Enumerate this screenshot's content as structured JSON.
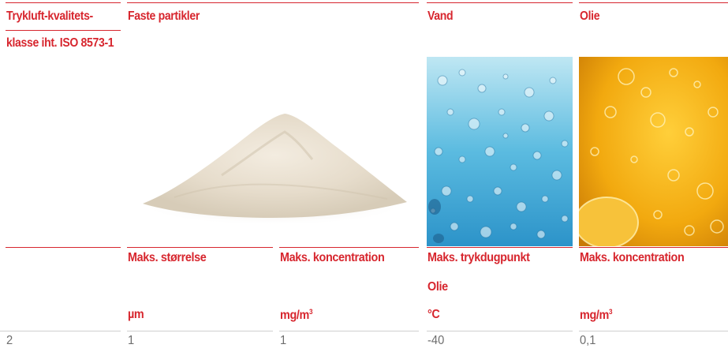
{
  "columns": {
    "class_header_line1": "Trykluft-kvalitets-",
    "class_header_line2": "klasse iht. ISO 8573-1",
    "solid_particles": "Faste partikler",
    "water": "Vand",
    "oil": "Olie"
  },
  "subheaders": {
    "max_size": "Maks. størrelse",
    "max_concentration_particles": "Maks. koncentration",
    "max_pressure_dewpoint": "Maks. trykdugpunkt",
    "oil_row_label": "Olie",
    "max_concentration_oil": "Maks. koncentration"
  },
  "units": {
    "size_unit": "µm",
    "particle_conc_unit_base": "mg/m",
    "particle_conc_unit_exp": "3",
    "dewpoint_unit": "°C",
    "oil_conc_unit_base": "mg/m",
    "oil_conc_unit_exp": "3"
  },
  "row": {
    "class": "2",
    "max_size": "1",
    "max_concentration": "1",
    "dewpoint": "-40",
    "oil_concentration": "0,1"
  },
  "colors": {
    "accent": "#d7262e",
    "value_text": "#6e6e6e",
    "divider": "#cfcfcf"
  },
  "images": [
    "powder-pile",
    "water-droplets",
    "oil-bubbles"
  ]
}
